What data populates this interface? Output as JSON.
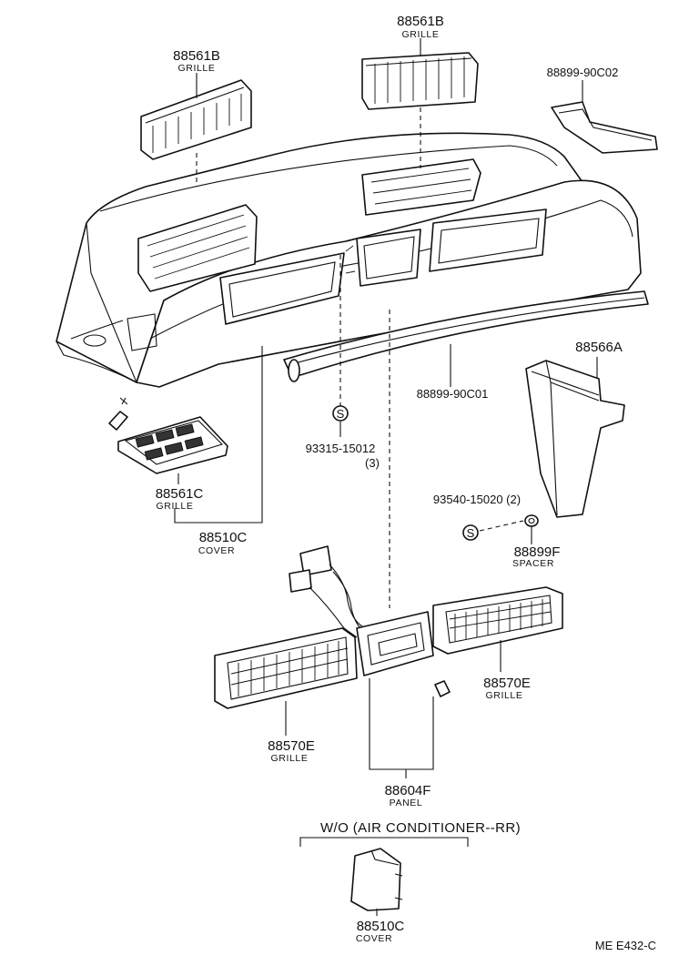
{
  "parts": {
    "grille_left_top": {
      "number": "88561B",
      "name": "GRILLE"
    },
    "grille_center_top": {
      "number": "88561B",
      "name": "GRILLE"
    },
    "trim_right_top": {
      "number": "88899-90C02"
    },
    "garnish_bottom": {
      "number": "88899-90C01"
    },
    "duct_right": {
      "number": "88566A"
    },
    "screw_center": {
      "number": "93315-15012",
      "qty": "(3)"
    },
    "screw_right": {
      "number": "93540-15020 (2)"
    },
    "spacer": {
      "number": "88899F",
      "name": "SPACER"
    },
    "grille_small": {
      "number": "88561C",
      "name": "GRILLE"
    },
    "cover_main": {
      "number": "88510C",
      "name": "COVER"
    },
    "grille_right": {
      "number": "88570E",
      "name": "GRILLE"
    },
    "grille_left": {
      "number": "88570E",
      "name": "GRILLE"
    },
    "panel": {
      "number": "88604F",
      "name": "PANEL"
    },
    "cover_small": {
      "number": "88510C",
      "name": "COVER"
    }
  },
  "condition_note": "W/O (AIR  CONDITIONER--RR)",
  "screw_symbol": "S",
  "reference_code": "ME  E432-C"
}
